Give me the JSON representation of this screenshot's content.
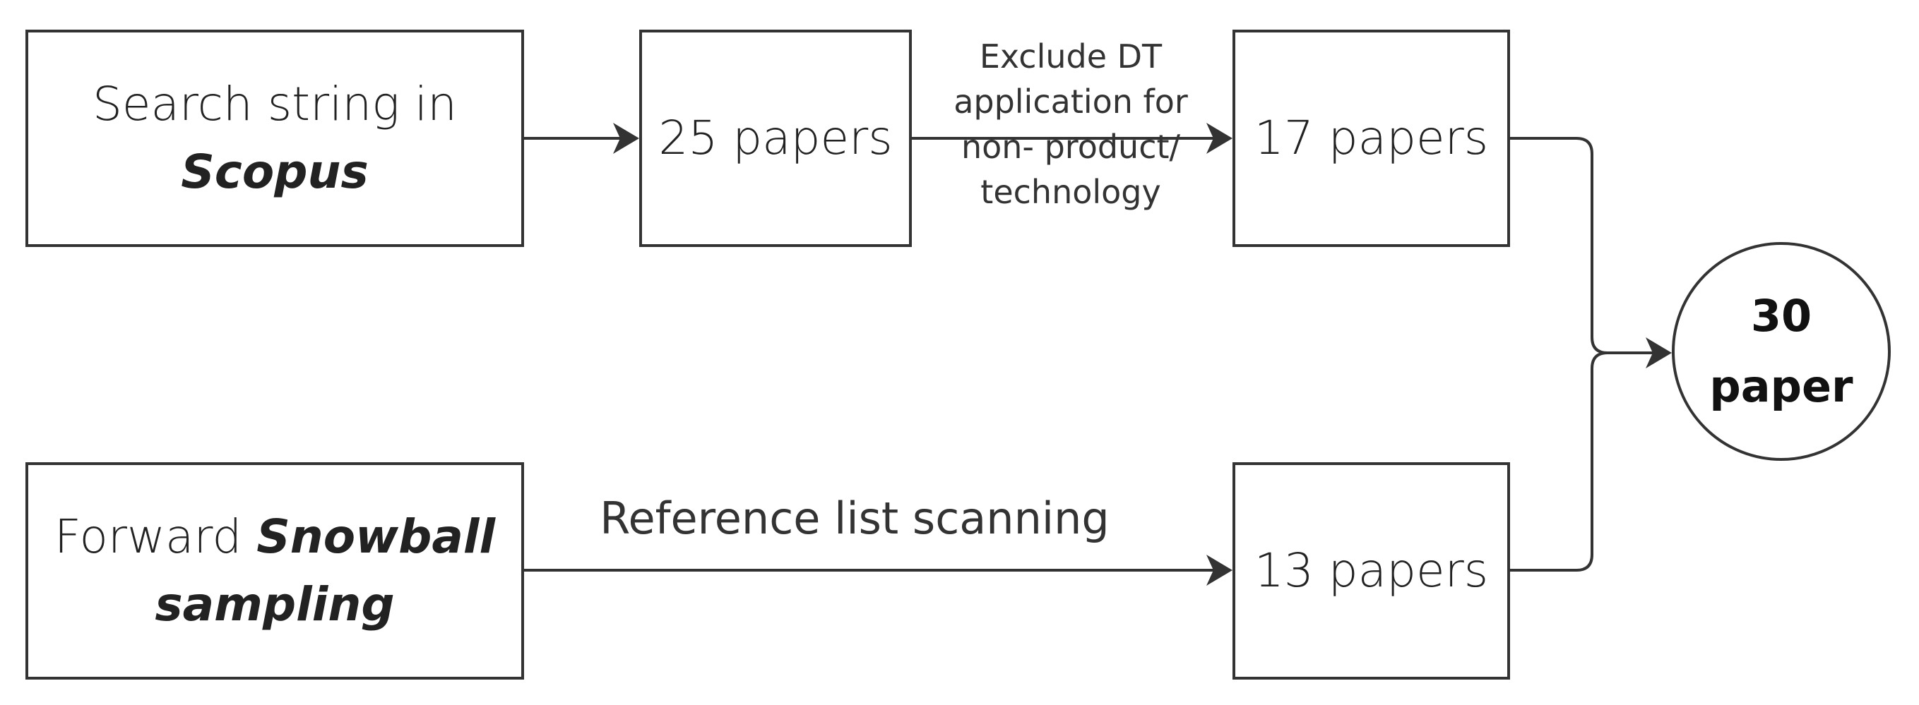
{
  "nodes": {
    "scopus_search": {
      "line1": "Search string in",
      "line2": "Scopus"
    },
    "papers_25": {
      "label": "25 papers"
    },
    "papers_17": {
      "label": "17 papers"
    },
    "snowball": {
      "prefix": "Forward ",
      "emphasis_line1": "Snowball",
      "emphasis_line2": "sampling"
    },
    "papers_13": {
      "label": "13 papers"
    },
    "result": {
      "line1": "30",
      "line2": "paper"
    }
  },
  "edges": {
    "exclude_label": [
      "Exclude DT",
      "application for",
      "non- product/",
      "technology"
    ],
    "reference_label": "Reference list scanning"
  },
  "colors": {
    "stroke": "#333333",
    "text": "#222222",
    "background": "#ffffff"
  }
}
